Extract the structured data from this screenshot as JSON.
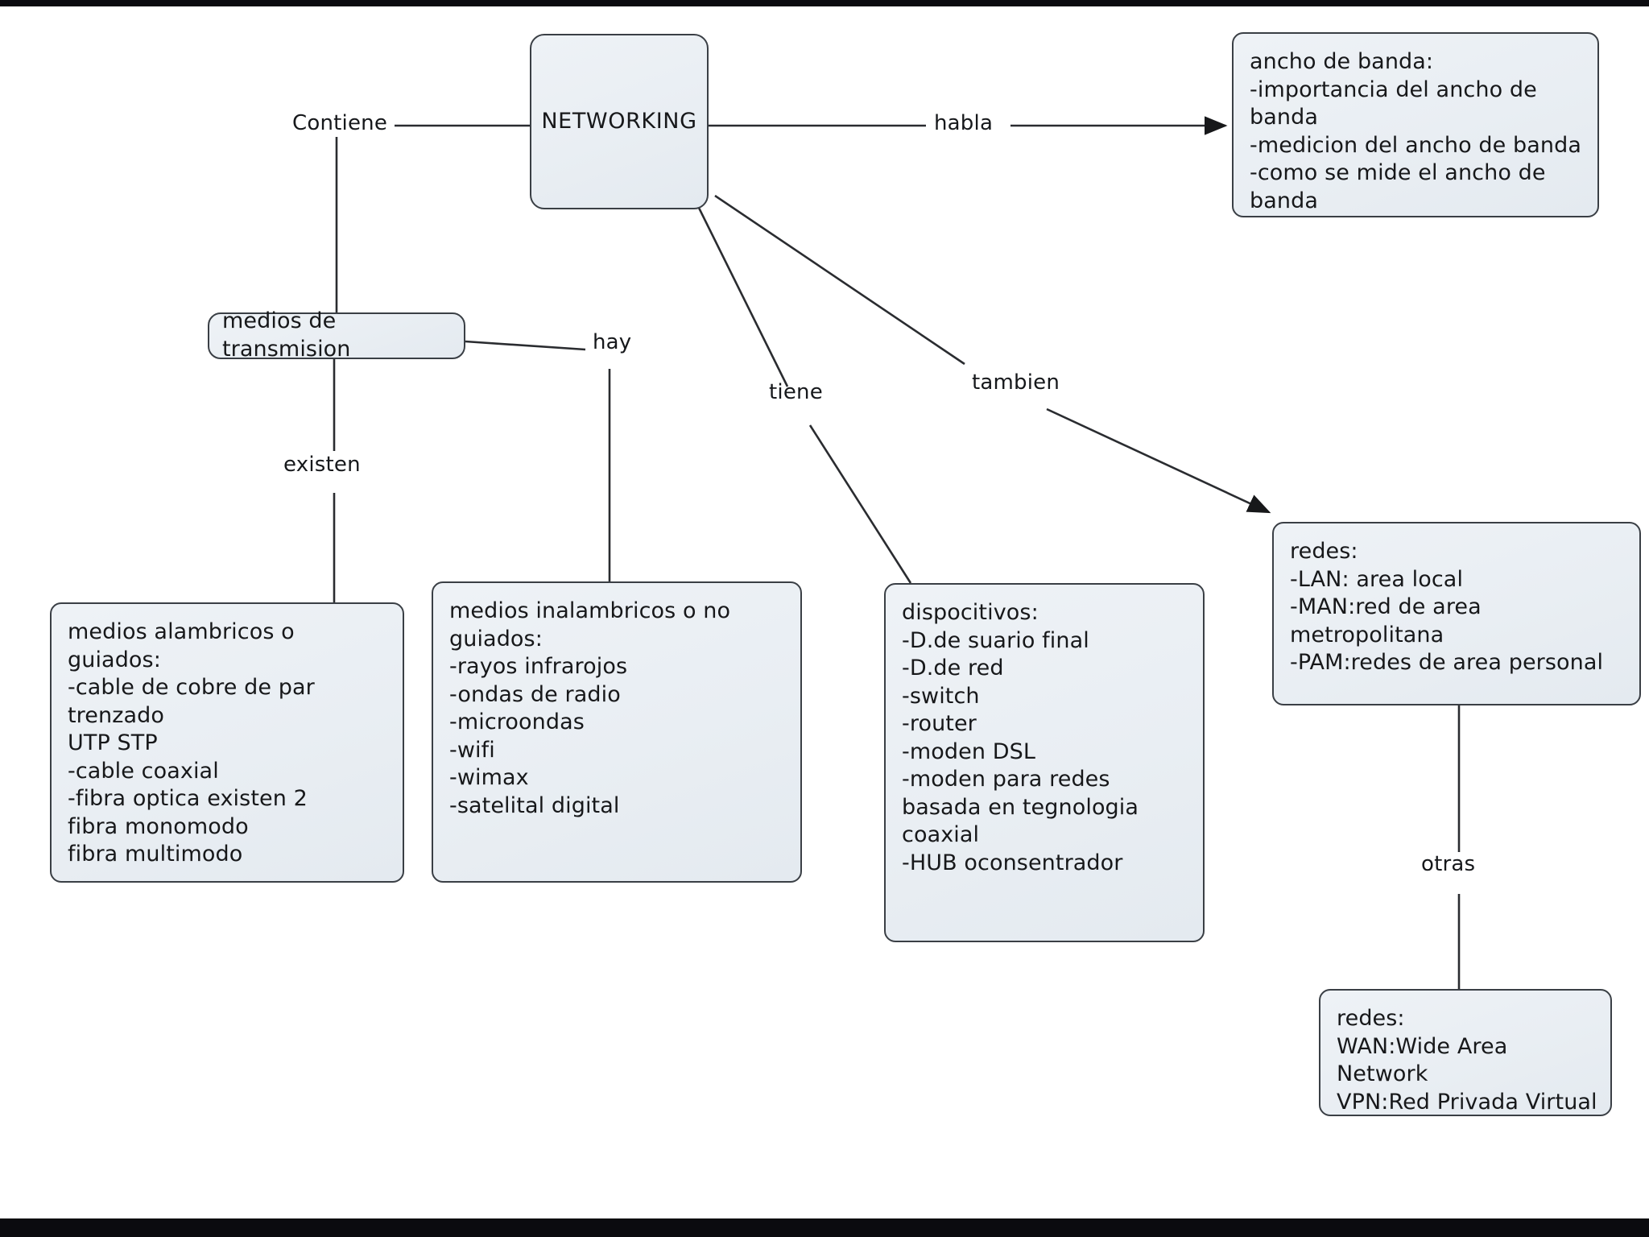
{
  "document": {
    "title": "Mapa conceptual - NETWORKING",
    "type": "concept-map",
    "language": "es"
  },
  "theme": {
    "background": "#ffffff",
    "node_fill": "#eef2f6",
    "node_border": "#3a3f45",
    "text": "#17181a",
    "connector": "#2a2c30",
    "letterbox": "#0b0b0f"
  },
  "nodes": {
    "root": {
      "label": "NETWORKING"
    },
    "medios_transmision": {
      "label": "medios de transmision"
    },
    "ancho_de_banda": {
      "text": "ancho de banda:\n-importancia del ancho de banda\n-medicion del ancho de banda\n-como se mide el ancho de banda"
    },
    "medios_alambricos": {
      "text": "medios alambricos o guiados:\n-cable de cobre de par trenzado\nUTP STP\n-cable coaxial\n-fibra optica existen 2\nfibra monomodo\nfibra multimodo"
    },
    "medios_inalambricos": {
      "text": "medios inalambricos o no guiados:\n-rayos infrarojos\n-ondas de radio\n-microondas\n-wifi\n-wimax\n-satelital digital"
    },
    "dispositivos": {
      "text": "dispocitivos:\n-D.de suario final\n-D.de red\n-switch\n-router\n-moden DSL\n-moden para redes\nbasada en tegnologia coaxial\n-HUB oconsentrador"
    },
    "redes_principales": {
      "text": "redes:\n-LAN: area local\n-MAN:red de area metropolitana\n-PAM:redes de area personal"
    },
    "redes_otras": {
      "text": "redes:\nWAN:Wide Area Network\nVPN:Red Privada Virtual"
    }
  },
  "edges": [
    {
      "id": "contiene",
      "label": "Contiene",
      "from": "root",
      "to": "medios_transmision",
      "arrow": false
    },
    {
      "id": "habla",
      "label": "habla",
      "from": "root",
      "to": "ancho_de_banda",
      "arrow": true
    },
    {
      "id": "tiene",
      "label": "tiene",
      "from": "root",
      "to": "dispositivos",
      "arrow": false
    },
    {
      "id": "tambien",
      "label": "tambien",
      "from": "root",
      "to": "redes_principales",
      "arrow": true
    },
    {
      "id": "existen",
      "label": "existen",
      "from": "medios_transmision",
      "to": "medios_alambricos",
      "arrow": false
    },
    {
      "id": "hay",
      "label": "hay",
      "from": "medios_transmision",
      "to": "medios_inalambricos",
      "arrow": false
    },
    {
      "id": "otras",
      "label": "otras",
      "from": "redes_principales",
      "to": "redes_otras",
      "arrow": false
    }
  ]
}
